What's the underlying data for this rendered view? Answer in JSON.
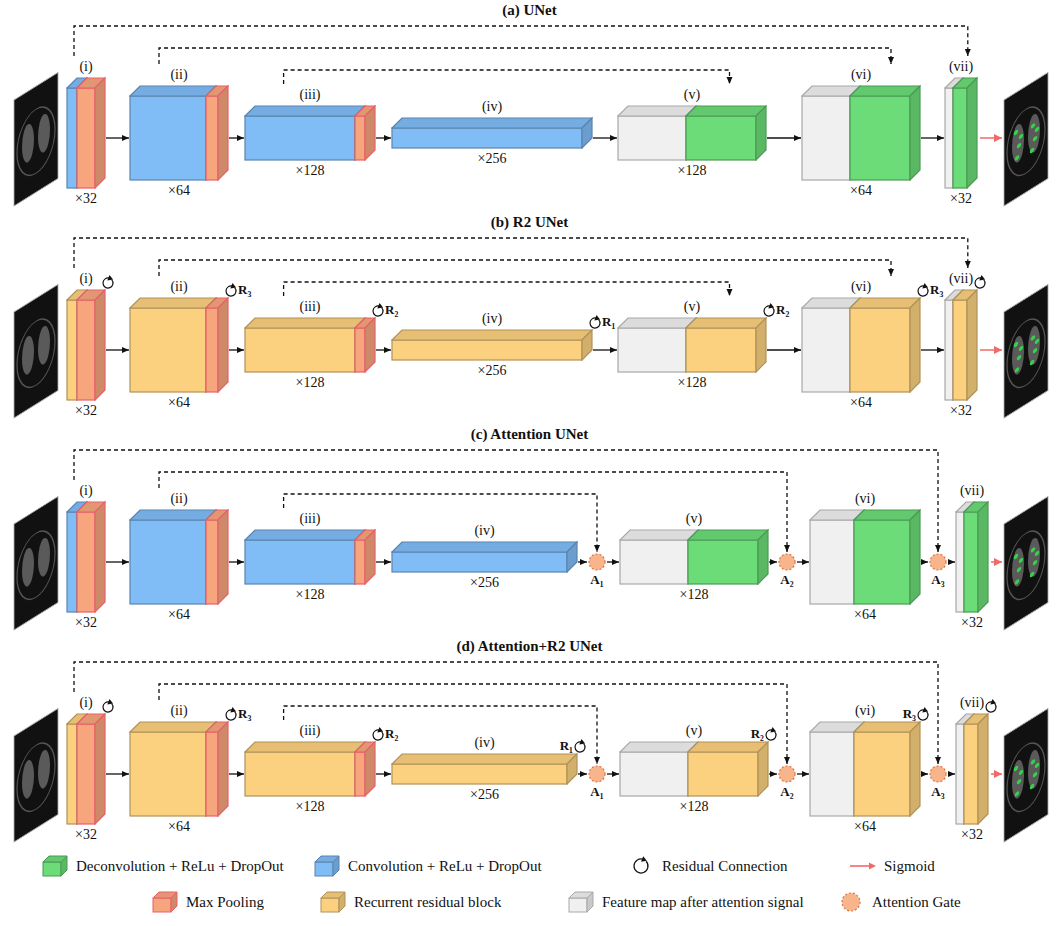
{
  "diagram": {
    "nodes": [
      {
        "text": [
          "(a) UNet"
        ]
      },
      {
        "text": [
          "(i)",
          "×32"
        ],
        "in": 0
      },
      {
        "text": [
          "(ii)",
          "×64"
        ],
        "in": 0
      },
      {
        "text": [
          "(iii)",
          "×128"
        ],
        "in": 0
      },
      {
        "text": [
          "(iv)",
          "×256"
        ],
        "in": 0
      },
      {
        "text": [
          "(v)",
          "×128"
        ],
        "in": 0
      },
      {
        "text": [
          "(vi)",
          "×64"
        ],
        "in": 0
      },
      {
        "text": [
          "(vii)",
          "×32"
        ],
        "in": 0
      },
      {
        "text": [
          "(b) R2 UNet"
        ]
      },
      {
        "text": [
          "(i)",
          "×32"
        ],
        "in": 8
      },
      {
        "text": [
          "(ii)",
          "×64"
        ],
        "in": 8
      },
      {
        "text": [
          "(iii)",
          "×128"
        ],
        "in": 8
      },
      {
        "text": [
          "(iv)",
          "×256"
        ],
        "in": 8
      },
      {
        "text": [
          "(v)",
          "×128"
        ],
        "in": 8
      },
      {
        "text": [
          "(vi)",
          "×64"
        ],
        "in": 8
      },
      {
        "text": [
          "(vii)",
          "×32"
        ],
        "in": 8
      },
      {
        "text": [
          "(c) Attention UNet"
        ]
      },
      {
        "text": [
          "(i)",
          "×32"
        ],
        "in": 16
      },
      {
        "text": [
          "(ii)",
          "×64"
        ],
        "in": 16
      },
      {
        "text": [
          "(iii)",
          "×128"
        ],
        "in": 16
      },
      {
        "text": [
          "(iv)",
          "×256"
        ],
        "in": 16
      },
      {
        "text": [
          "(v)",
          "×128"
        ],
        "in": 16
      },
      {
        "text": [
          "(vi)",
          "×64"
        ],
        "in": 16
      },
      {
        "text": [
          "(vii)",
          "×32"
        ],
        "in": 16
      },
      {
        "text": [
          "A₁"
        ],
        "in": 16
      },
      {
        "text": [
          "A₂"
        ],
        "in": 16
      },
      {
        "text": [
          "A₃"
        ],
        "in": 16
      },
      {
        "text": [
          "(d) Attention+R2 UNet"
        ]
      },
      {
        "text": [
          "(i)",
          "×32"
        ],
        "in": 27
      },
      {
        "text": [
          "(ii)",
          "×64"
        ],
        "in": 27
      },
      {
        "text": [
          "(iii)",
          "×128"
        ],
        "in": 27
      },
      {
        "text": [
          "(iv)",
          "×256"
        ],
        "in": 27
      },
      {
        "text": [
          "(v)",
          "×128"
        ],
        "in": 27
      },
      {
        "text": [
          "(vi)",
          "×64"
        ],
        "in": 27
      },
      {
        "text": [
          "(vii)",
          "×32"
        ],
        "in": 27
      },
      {
        "text": [
          "A₁"
        ],
        "in": 27
      },
      {
        "text": [
          "A₂"
        ],
        "in": 27
      },
      {
        "text": [
          "A₃"
        ],
        "in": 27
      }
    ],
    "edges": [
      {
        "from": 1,
        "to": 2,
        "arrow": "to"
      },
      {
        "from": 2,
        "to": 3,
        "arrow": "to"
      },
      {
        "from": 3,
        "to": 4,
        "arrow": "to"
      },
      {
        "from": 4,
        "to": 5,
        "arrow": "to"
      },
      {
        "from": 5,
        "to": 6,
        "arrow": "to"
      },
      {
        "from": 6,
        "to": 7,
        "arrow": "to"
      },
      {
        "from": 1,
        "to": 7,
        "arrow": "to"
      },
      {
        "from": 2,
        "to": 6,
        "arrow": "to"
      },
      {
        "from": 3,
        "to": 5,
        "arrow": "to"
      },
      {
        "from": 9,
        "to": 10,
        "arrow": "to"
      },
      {
        "from": 10,
        "to": 11,
        "arrow": "to"
      },
      {
        "from": 11,
        "to": 12,
        "arrow": "to"
      },
      {
        "from": 12,
        "to": 13,
        "arrow": "to"
      },
      {
        "from": 13,
        "to": 14,
        "arrow": "to"
      },
      {
        "from": 14,
        "to": 15,
        "arrow": "to"
      },
      {
        "from": 9,
        "to": 15,
        "arrow": "to"
      },
      {
        "from": 10,
        "to": 14,
        "arrow": "to"
      },
      {
        "from": 11,
        "to": 13,
        "arrow": "to"
      },
      {
        "from": 17,
        "to": 18,
        "arrow": "to"
      },
      {
        "from": 18,
        "to": 19,
        "arrow": "to"
      },
      {
        "from": 19,
        "to": 20,
        "arrow": "to"
      },
      {
        "from": 20,
        "to": 24,
        "arrow": "to"
      },
      {
        "from": 24,
        "to": 21,
        "arrow": "to"
      },
      {
        "from": 21,
        "to": 25,
        "arrow": "to"
      },
      {
        "from": 25,
        "to": 22,
        "arrow": "to"
      },
      {
        "from": 22,
        "to": 26,
        "arrow": "to"
      },
      {
        "from": 26,
        "to": 23,
        "arrow": "to"
      },
      {
        "from": 19,
        "to": 24,
        "arrow": "to"
      },
      {
        "from": 18,
        "to": 25,
        "arrow": "to"
      },
      {
        "from": 17,
        "to": 26,
        "arrow": "to"
      },
      {
        "from": 28,
        "to": 29,
        "arrow": "to"
      },
      {
        "from": 29,
        "to": 30,
        "arrow": "to"
      },
      {
        "from": 30,
        "to": 31,
        "arrow": "to"
      },
      {
        "from": 31,
        "to": 35,
        "arrow": "to"
      },
      {
        "from": 35,
        "to": 32,
        "arrow": "to"
      },
      {
        "from": 32,
        "to": 36,
        "arrow": "to"
      },
      {
        "from": 36,
        "to": 33,
        "arrow": "to"
      },
      {
        "from": 33,
        "to": 37,
        "arrow": "to"
      },
      {
        "from": 37,
        "to": 34,
        "arrow": "to"
      },
      {
        "from": 30,
        "to": 35,
        "arrow": "to"
      },
      {
        "from": 29,
        "to": 36,
        "arrow": "to"
      },
      {
        "from": 28,
        "to": 37,
        "arrow": "to"
      }
    ],
    "labels": [
      "R₃",
      "R₂",
      "R₁",
      "R₂",
      "R₃",
      "R₃",
      "R₂",
      "R₁",
      "R₂",
      "R₃"
    ],
    "legend": [
      {
        "text": "Deconvolution + ReLu + DropOut",
        "color": "#6bdc78"
      },
      {
        "text": "Convolution + ReLu + DropOut",
        "color": "#80bdf7"
      },
      {
        "text": "Residual Connection"
      },
      {
        "text": "Sigmoid"
      },
      {
        "text": "Max Pooling",
        "color": "#f6a57c"
      },
      {
        "text": "Recurrent residual block",
        "color": "#fbd17f"
      },
      {
        "text": "Feature map after attention signal",
        "color": "#f0f0f0"
      },
      {
        "text": "Attention Gate"
      }
    ]
  }
}
